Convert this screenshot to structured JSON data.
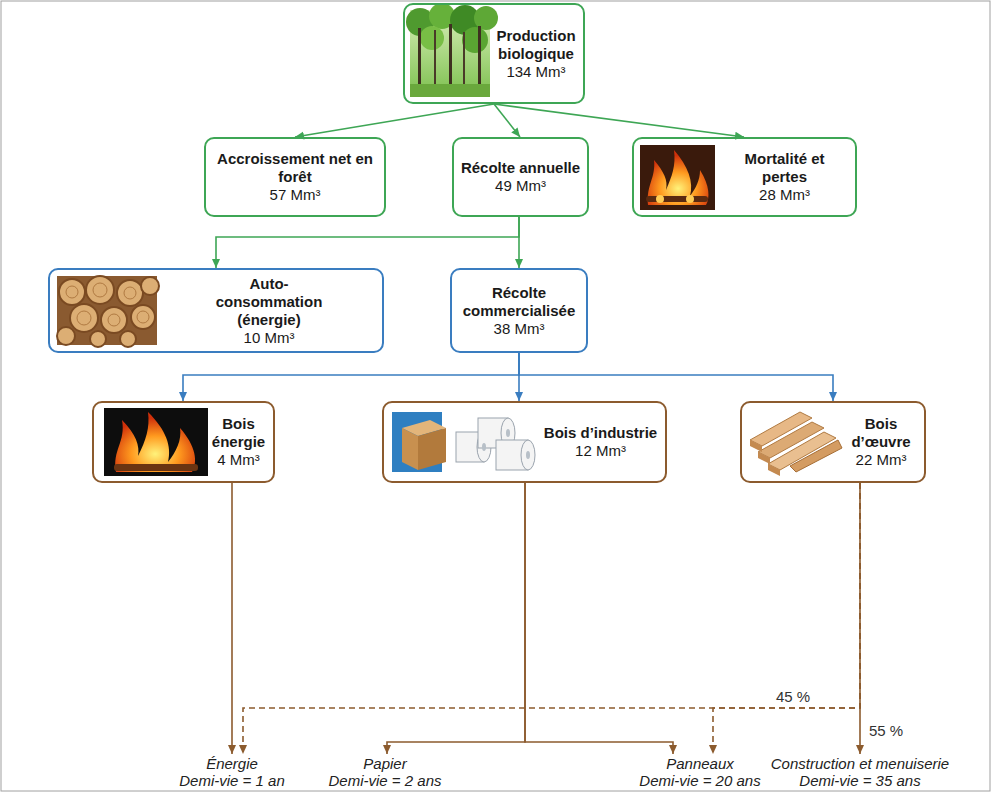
{
  "diagram": {
    "nodes": [
      {
        "text": [
          "Production biologique",
          "134 Mm³"
        ]
      },
      {
        "text": [
          "Accroissement net en forêt",
          "57 Mm³"
        ]
      },
      {
        "text": [
          "Récolte annuelle",
          "49 Mm³"
        ]
      },
      {
        "text": [
          "Mortalité et pertes",
          "28 Mm³"
        ]
      },
      {
        "text": [
          "Auto-consommation (énergie)",
          "10 Mm³"
        ]
      },
      {
        "text": [
          "Récolte commercialisée",
          "38 Mm³"
        ]
      },
      {
        "text": [
          "Bois énergie",
          "4 Mm³"
        ]
      },
      {
        "text": [
          "Bois d’industrie",
          "12 Mm³"
        ]
      },
      {
        "text": [
          "Bois d’œuvre",
          "22 Mm³"
        ]
      },
      {
        "text": [
          "Énergie",
          "Demi-vie = 1 an"
        ]
      },
      {
        "text": [
          "Papier",
          "Demi-vie = 2 ans"
        ]
      },
      {
        "text": [
          "Panneaux",
          "Demi-vie = 20 ans"
        ]
      },
      {
        "text": [
          "Construction et menuiserie",
          "Demi-vie = 35 ans"
        ]
      }
    ],
    "edges": [
      {
        "from": 0,
        "to": 1,
        "arrow": "to"
      },
      {
        "from": 0,
        "to": 2,
        "arrow": "to"
      },
      {
        "from": 0,
        "to": 3,
        "arrow": "to"
      },
      {
        "from": 2,
        "to": 4,
        "arrow": "to"
      },
      {
        "from": 2,
        "to": 5,
        "arrow": "to"
      },
      {
        "from": 5,
        "to": 6,
        "arrow": "to"
      },
      {
        "from": 5,
        "to": 7,
        "arrow": "to"
      },
      {
        "from": 5,
        "to": 8,
        "arrow": "to"
      },
      {
        "from": 6,
        "to": 9,
        "arrow": "to"
      },
      {
        "from": 7,
        "to": 10,
        "arrow": "to"
      },
      {
        "from": 7,
        "to": 11,
        "arrow": "to"
      },
      {
        "from": 8,
        "to": 9,
        "label": "45 %",
        "arrow": "to"
      },
      {
        "from": 8,
        "to": 11,
        "arrow": "to"
      },
      {
        "from": 8,
        "to": 12,
        "label": "55 %",
        "arrow": "to"
      }
    ]
  }
}
